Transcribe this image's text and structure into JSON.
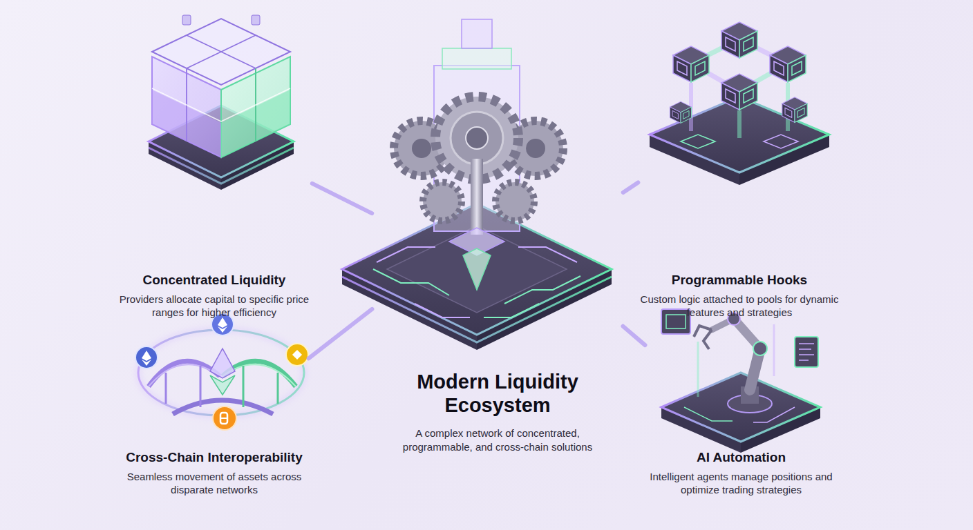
{
  "diagram": {
    "nodes": [
      {
        "text": [
          "Concentrated Liquidity",
          "Providers allocate capital to specific price ranges for higher efficiency"
        ]
      },
      {
        "text": [
          "Programmable Hooks",
          "Custom logic attached to pools for dynamic features and strategies"
        ]
      },
      {
        "text": [
          "Modern Liquidity Ecosystem",
          "A complex network of concentrated, programmable, and cross-chain solutions"
        ]
      },
      {
        "text": [
          "Cross-Chain Interoperability",
          "Seamless movement of assets across disparate networks"
        ]
      },
      {
        "text": [
          "AI Automation",
          "Intelligent agents manage positions and optimize trading strategies"
        ]
      }
    ],
    "edges": [
      {
        "from": 2,
        "to": 0,
        "arrow": "none"
      },
      {
        "from": 2,
        "to": 1,
        "arrow": "none"
      },
      {
        "from": 2,
        "to": 3,
        "arrow": "none"
      },
      {
        "from": 2,
        "to": 4,
        "arrow": "none"
      }
    ]
  }
}
